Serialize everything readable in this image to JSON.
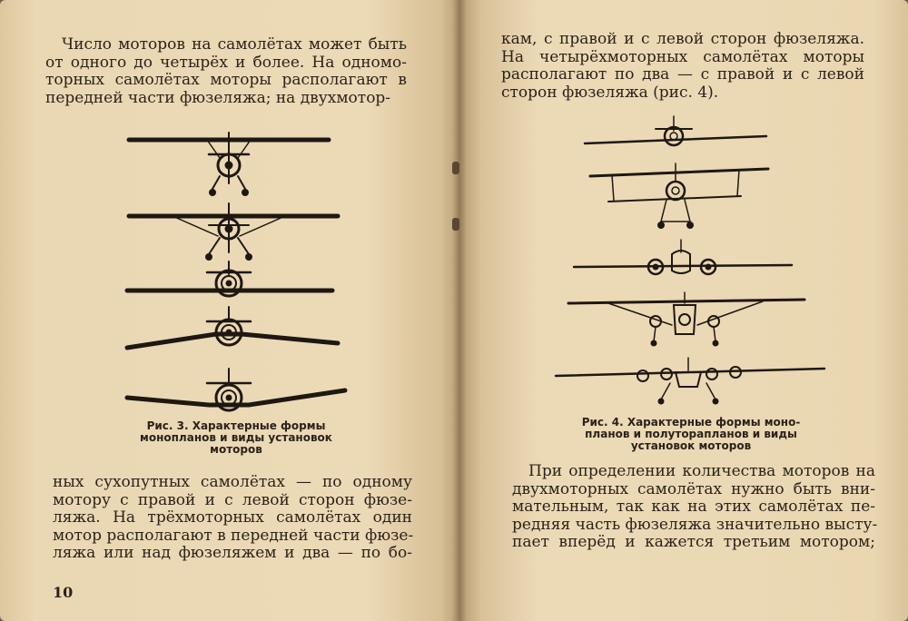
{
  "left_page": {
    "top_lines": [
      "Число моторов на самолётах может быть",
      "от одного до четырёх и более. На одномо-",
      "торных самолётах моторы располагают в",
      "передней части фюзеляжа; на двухмотор-"
    ],
    "figure_caption": {
      "line1": "Рис. 3. Характерные формы",
      "line2": "монопланов и виды установок",
      "line3": "моторов"
    },
    "bottom_lines": [
      "ных сухопутных самолётах — по одному",
      "мотору с правой и с левой сторон фюзе-",
      "ляжа. На трёхмоторных самолётах один",
      "мотор располагают в передней части фюзе-",
      "ляжа или над фюзеляжем и два — по бо-"
    ],
    "page_number": "10"
  },
  "right_page": {
    "top_lines": [
      "кам, с правой и с левой сторон фюзеляжа.",
      "На четырёхмоторных самолётах моторы",
      "располагают по два — с правой и с левой",
      "сторон фюзеляжа (рис. 4)."
    ],
    "figure_caption": {
      "line1": "Рис. 4. Характерные формы моно-",
      "line2": "планов и полуторапланов и виды",
      "line3": "установок моторов"
    },
    "bottom_lines": [
      "При определении количества моторов на",
      "двухмоторных самолётах нужно быть вни-",
      "мательным, так как на этих самолётах пе-",
      "редняя часть фюзеляжа значительно высту-",
      "пает вперёд и кажется третьим мотором;"
    ]
  },
  "colors": {
    "paper": "#ecd9b6",
    "ink": "#2b221a",
    "figure_ink": "#1e1812"
  }
}
